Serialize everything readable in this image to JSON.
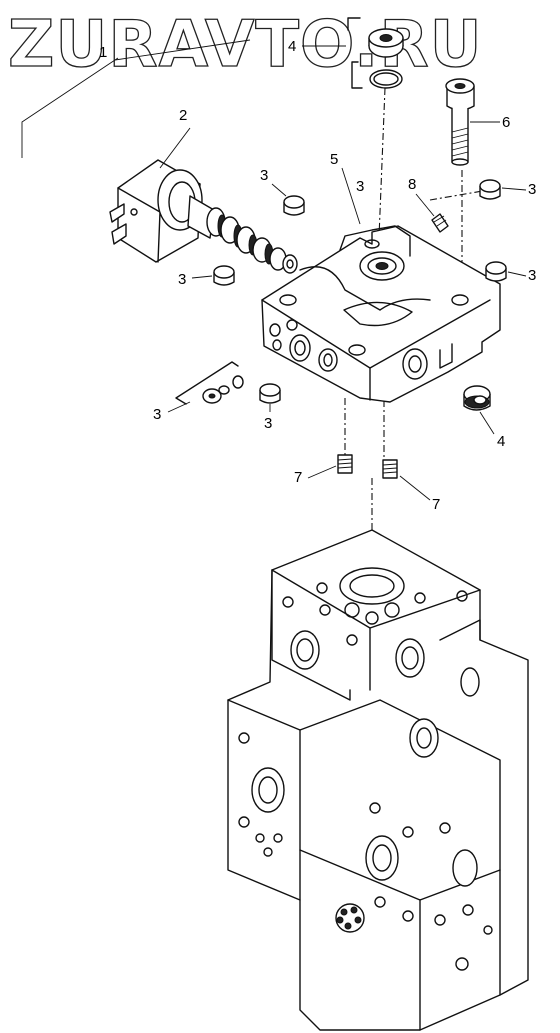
{
  "watermark": "ZURAVTO.RU",
  "callouts": [
    {
      "id": "c1",
      "text": "1"
    },
    {
      "id": "c2",
      "text": "2"
    },
    {
      "id": "c3a",
      "text": "3"
    },
    {
      "id": "c3b",
      "text": "3"
    },
    {
      "id": "c3c",
      "text": "3"
    },
    {
      "id": "c3d",
      "text": "3"
    },
    {
      "id": "c3e",
      "text": "3"
    },
    {
      "id": "c3f",
      "text": "3"
    },
    {
      "id": "c3g",
      "text": "3"
    },
    {
      "id": "c4a",
      "text": "4"
    },
    {
      "id": "c4b",
      "text": "4"
    },
    {
      "id": "c5",
      "text": "5"
    },
    {
      "id": "c6",
      "text": "6"
    },
    {
      "id": "c7a",
      "text": "7"
    },
    {
      "id": "c7b",
      "text": "7"
    },
    {
      "id": "c8",
      "text": "8"
    }
  ]
}
